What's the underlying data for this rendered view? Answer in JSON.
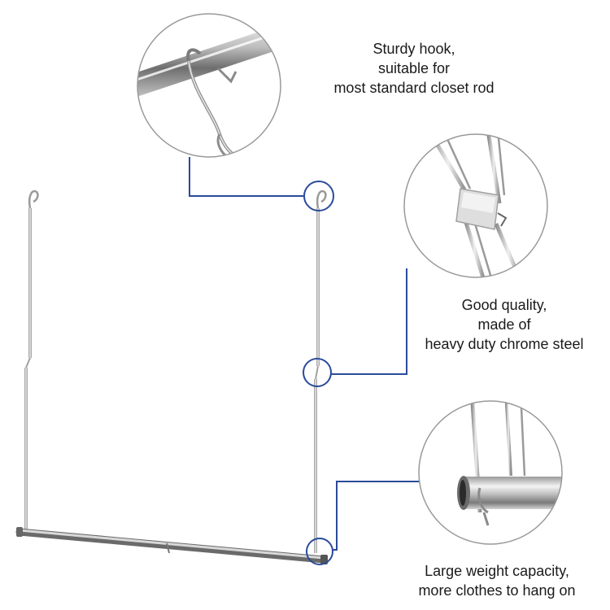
{
  "colors": {
    "accent": "#2a4b9b",
    "chrome": "#c8c8c8",
    "chrome_dark": "#8a8a8a",
    "circle_border": "#999999"
  },
  "callouts": [
    {
      "id": "hook",
      "lines": [
        "Sturdy hook,",
        "suitable for",
        "most standard closet rod"
      ]
    },
    {
      "id": "quality",
      "lines": [
        "Good quality,",
        "made of",
        "heavy duty chrome steel"
      ]
    },
    {
      "id": "weight",
      "lines": [
        "Large weight capacity,",
        "more clothes to hang on"
      ]
    }
  ]
}
